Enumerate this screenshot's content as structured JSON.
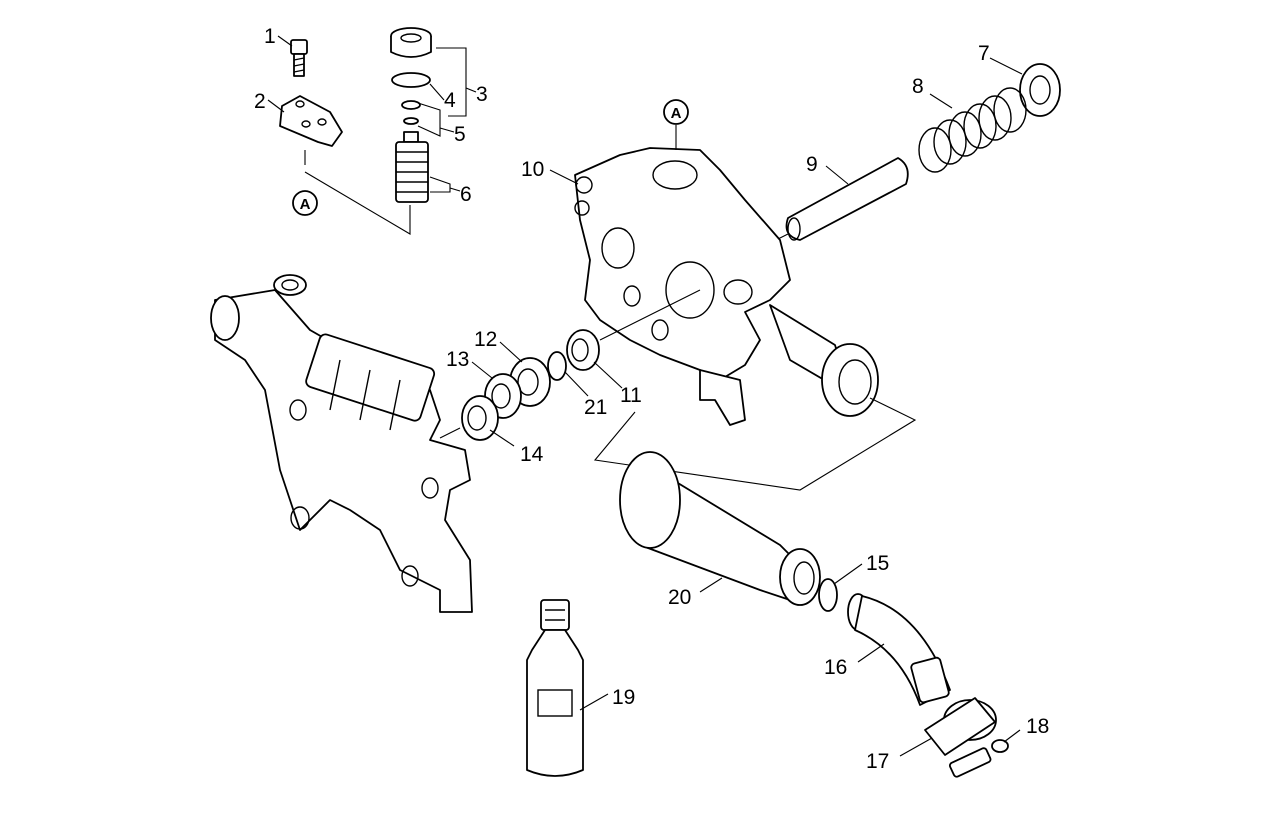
{
  "diagram": {
    "callouts": [
      "1",
      "2",
      "3",
      "4",
      "5",
      "6",
      "7",
      "8",
      "9",
      "10",
      "11",
      "12",
      "13",
      "14",
      "15",
      "16",
      "17",
      "18",
      "19",
      "20",
      "21"
    ],
    "ref_marks": [
      "A",
      "A"
    ]
  }
}
